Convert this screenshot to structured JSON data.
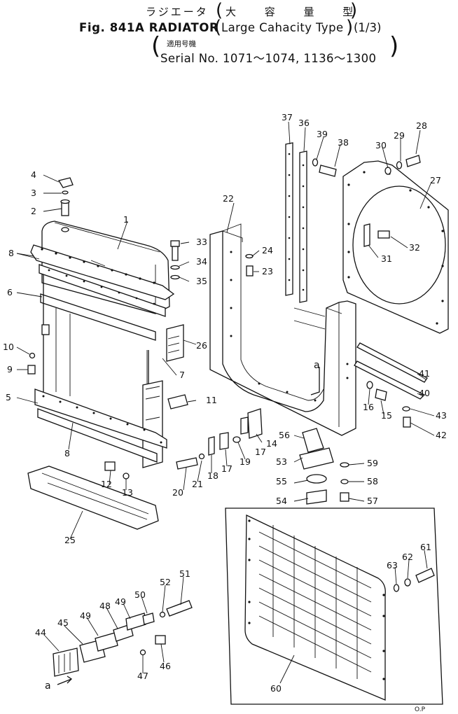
{
  "header": {
    "title_jp": "ラジエータ",
    "type_jp": "大 容 量 型",
    "figure_title": "Fig. 841A RADIATOR",
    "type_en": "Large Cahacity Type",
    "page_ref": "(1/3)",
    "applicable_jp": "適用号機",
    "serial": "Serial No. 1071～1074, 1136～1300"
  },
  "callouts": [
    {
      "id": "p1",
      "label": "1"
    },
    {
      "id": "p2",
      "label": "2"
    },
    {
      "id": "p3",
      "label": "3"
    },
    {
      "id": "p4",
      "label": "4"
    },
    {
      "id": "p5",
      "label": "5"
    },
    {
      "id": "p6",
      "label": "6"
    },
    {
      "id": "p7",
      "label": "7"
    },
    {
      "id": "p8a",
      "label": "8"
    },
    {
      "id": "p8b",
      "label": "8"
    },
    {
      "id": "p9",
      "label": "9"
    },
    {
      "id": "p10",
      "label": "10"
    },
    {
      "id": "p11",
      "label": "11"
    },
    {
      "id": "p12",
      "label": "12"
    },
    {
      "id": "p13",
      "label": "13"
    },
    {
      "id": "p14",
      "label": "14"
    },
    {
      "id": "p15",
      "label": "15"
    },
    {
      "id": "p16",
      "label": "16"
    },
    {
      "id": "p17a",
      "label": "17"
    },
    {
      "id": "p17b",
      "label": "17"
    },
    {
      "id": "p18",
      "label": "18"
    },
    {
      "id": "p19",
      "label": "19"
    },
    {
      "id": "p20",
      "label": "20"
    },
    {
      "id": "p21",
      "label": "21"
    },
    {
      "id": "p22",
      "label": "22"
    },
    {
      "id": "p23",
      "label": "23"
    },
    {
      "id": "p24",
      "label": "24"
    },
    {
      "id": "p25",
      "label": "25"
    },
    {
      "id": "p26",
      "label": "26"
    },
    {
      "id": "p27",
      "label": "27"
    },
    {
      "id": "p28",
      "label": "28"
    },
    {
      "id": "p29",
      "label": "29"
    },
    {
      "id": "p30",
      "label": "30"
    },
    {
      "id": "p31",
      "label": "31"
    },
    {
      "id": "p32",
      "label": "32"
    },
    {
      "id": "p33",
      "label": "33"
    },
    {
      "id": "p34",
      "label": "34"
    },
    {
      "id": "p35",
      "label": "35"
    },
    {
      "id": "p36",
      "label": "36"
    },
    {
      "id": "p37",
      "label": "37"
    },
    {
      "id": "p38",
      "label": "38"
    },
    {
      "id": "p39",
      "label": "39"
    },
    {
      "id": "p40",
      "label": "40"
    },
    {
      "id": "p41",
      "label": "41"
    },
    {
      "id": "p42",
      "label": "42"
    },
    {
      "id": "p43",
      "label": "43"
    },
    {
      "id": "p44",
      "label": "44"
    },
    {
      "id": "p45",
      "label": "45"
    },
    {
      "id": "p46",
      "label": "46"
    },
    {
      "id": "p47",
      "label": "47"
    },
    {
      "id": "p48",
      "label": "48"
    },
    {
      "id": "p49a",
      "label": "49"
    },
    {
      "id": "p49b",
      "label": "49"
    },
    {
      "id": "p50",
      "label": "50"
    },
    {
      "id": "p51",
      "label": "51"
    },
    {
      "id": "p52",
      "label": "52"
    },
    {
      "id": "p53",
      "label": "53"
    },
    {
      "id": "p54",
      "label": "54"
    },
    {
      "id": "p55",
      "label": "55"
    },
    {
      "id": "p56",
      "label": "56"
    },
    {
      "id": "p57",
      "label": "57"
    },
    {
      "id": "p58",
      "label": "58"
    },
    {
      "id": "p59",
      "label": "59"
    },
    {
      "id": "p60",
      "label": "60"
    },
    {
      "id": "p61",
      "label": "61"
    },
    {
      "id": "p62",
      "label": "62"
    },
    {
      "id": "p63",
      "label": "63"
    }
  ],
  "view_markers": {
    "detail_a_top": "a",
    "detail_a_bottom": "a"
  },
  "footer": {
    "code": "O.P"
  }
}
